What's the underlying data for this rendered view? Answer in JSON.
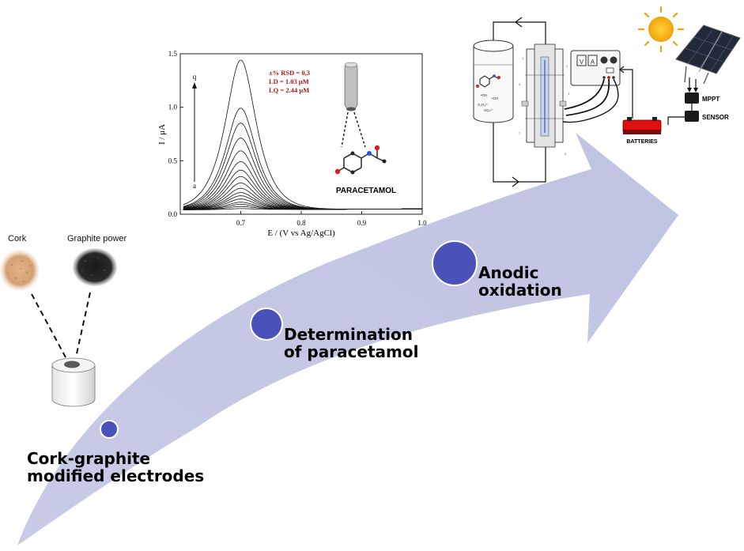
{
  "stages": [
    {
      "line1": "Cork-graphite",
      "line2": "modified electrodes"
    },
    {
      "line1": "Determination",
      "line2": "of paracetamol"
    },
    {
      "line1": "Anodic",
      "line2": "oxidation"
    }
  ],
  "materials": {
    "cork": "Cork",
    "graphite": "Graphite power"
  },
  "voltammogram": {
    "ylabel": "I / μA",
    "xlabel": "E / (V vs Ag/AgCl)",
    "stats": [
      "±% RSD = 0,3",
      "LD = 1.03 μM",
      "LQ = 2.44 μM"
    ],
    "molecule_label": "PARACETAMOL",
    "curve_top_label": "q",
    "curve_bottom_label": "a"
  },
  "chart_data": {
    "type": "line",
    "xlabel": "E / (V vs Ag/AgCl)",
    "ylabel": "I / μA",
    "xlim": [
      0.6,
      1.0
    ],
    "ylim": [
      0.0,
      1.5
    ],
    "xticks": [
      "0.7",
      "0.8",
      "0.9",
      "1.0"
    ],
    "yticks": [
      "0.0",
      "0.5",
      "1.0",
      "1.5"
    ],
    "peak_potential": 0.7,
    "baseline_current": 0.05,
    "peak_currents": [
      0.06,
      0.08,
      0.1,
      0.12,
      0.15,
      0.18,
      0.21,
      0.25,
      0.3,
      0.36,
      0.42,
      0.5,
      0.6,
      0.72,
      0.86,
      1.0,
      1.45
    ],
    "series_labels": [
      "a",
      "q"
    ],
    "grid": false
  },
  "solar_system": {
    "mppt_label": "MPPT",
    "sensor_label": "SENSOR",
    "batteries_label": "BATTERIES"
  },
  "colors": {
    "arrow": "#c5c9e4",
    "marker": "#4a52ba",
    "marker_border": "#ffffff",
    "stats_text": "#b01818"
  }
}
